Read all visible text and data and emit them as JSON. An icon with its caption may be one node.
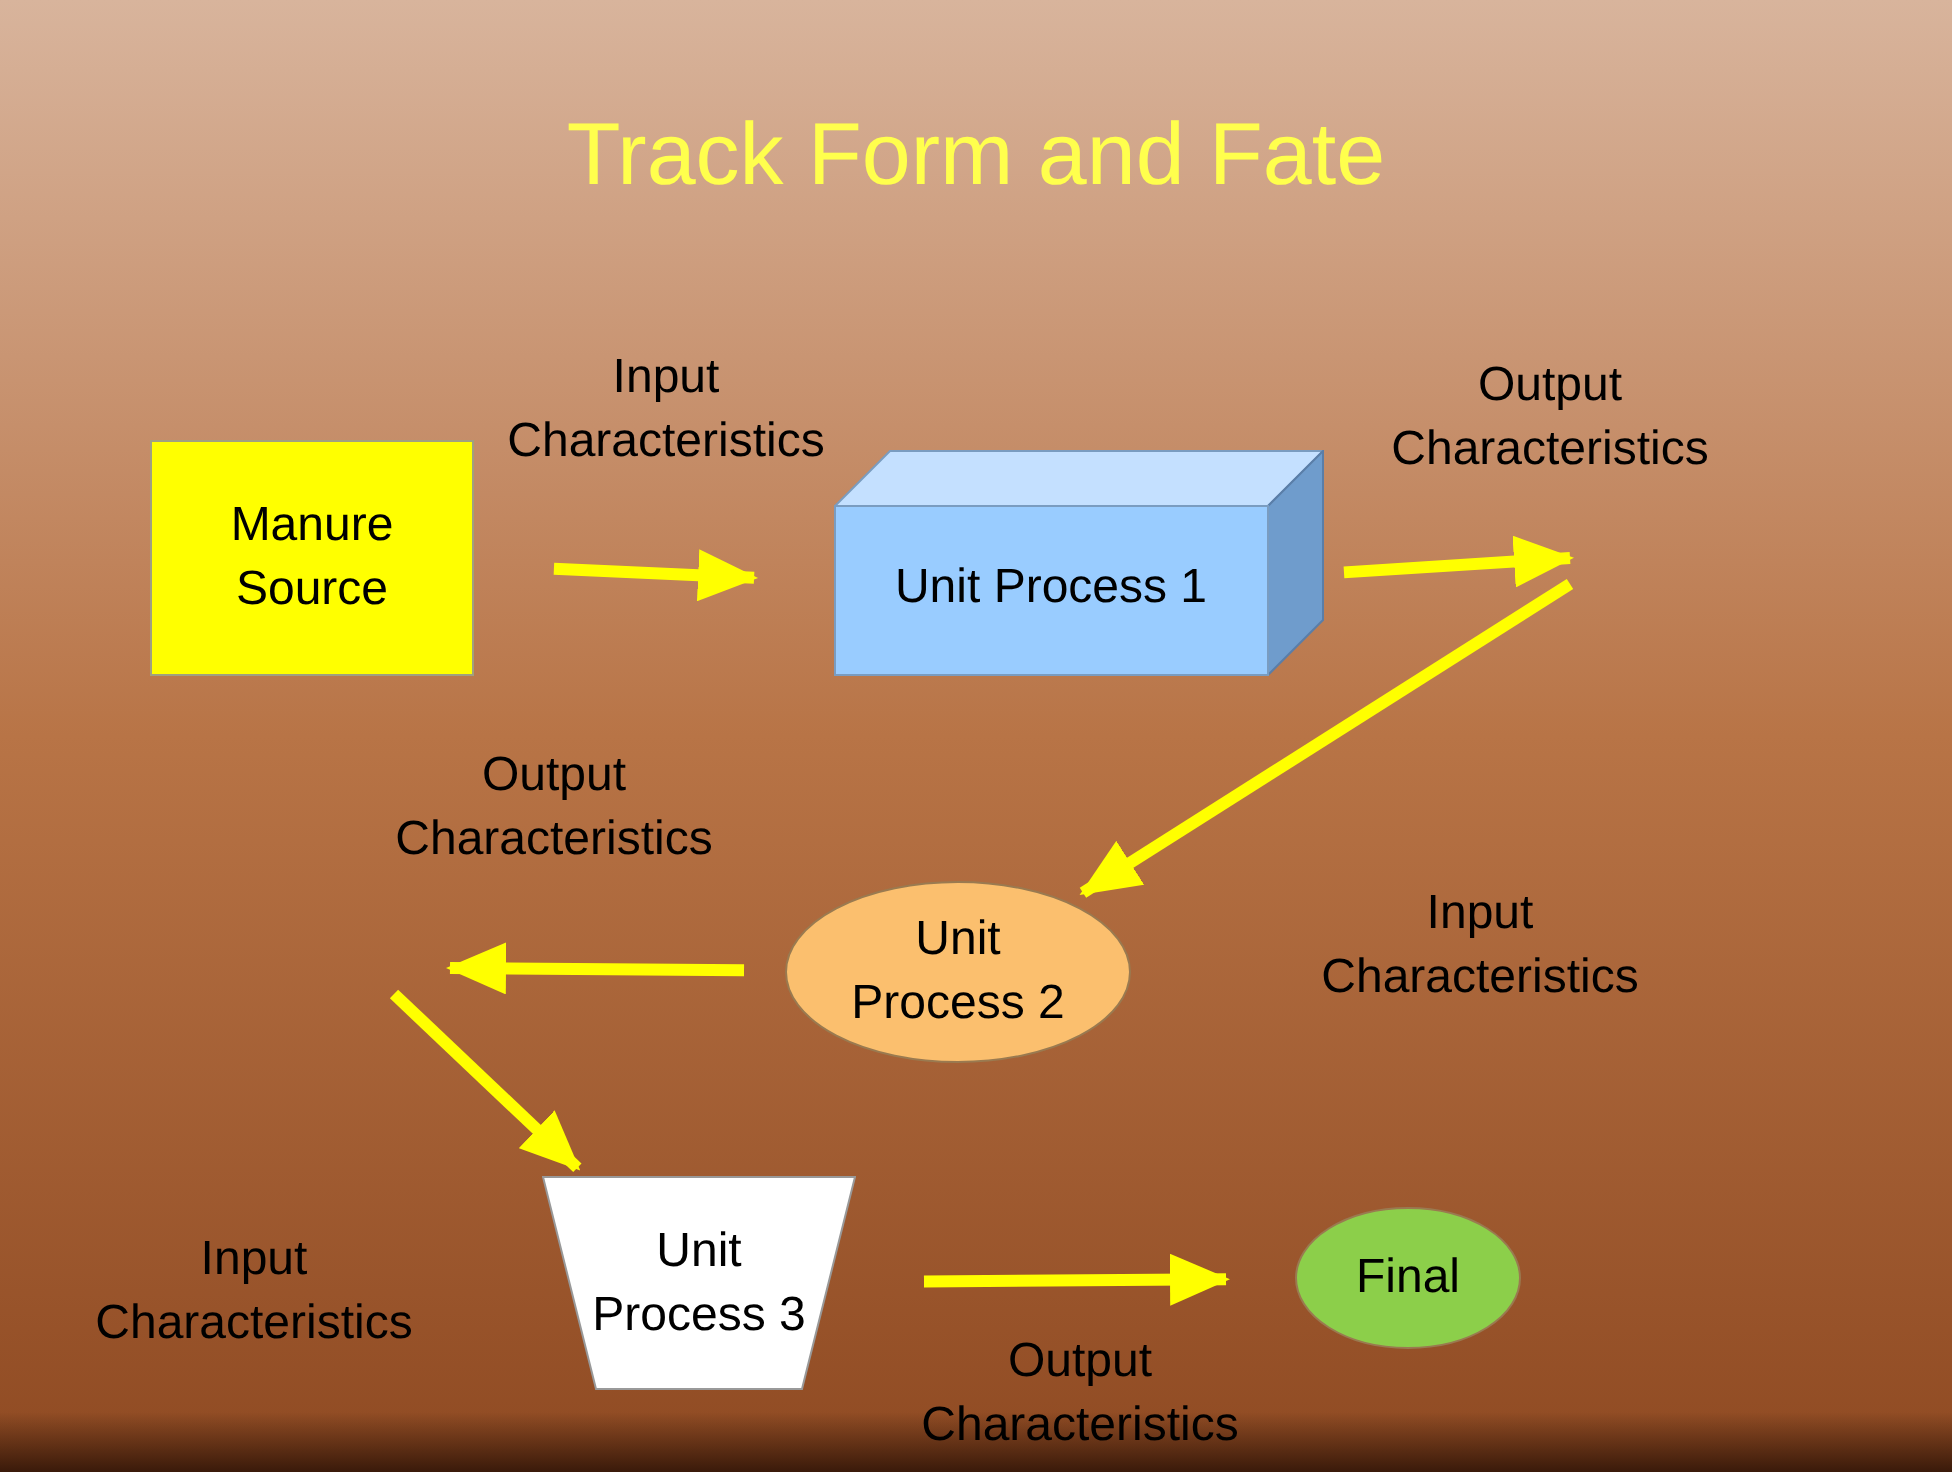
{
  "diagram": {
    "title": "Track Form and Fate",
    "nodes": [
      {
        "text": [
          "Manure Source"
        ]
      },
      {
        "text": [
          "Unit Process 1"
        ]
      },
      {
        "text": [
          "Unit Process 2"
        ]
      },
      {
        "text": [
          "Unit Process 3"
        ]
      },
      {
        "text": [
          "Final"
        ]
      }
    ],
    "edges": [
      {
        "from": 0,
        "to": 1,
        "arrow": "to",
        "label": "Input Characteristics"
      },
      {
        "from": 1,
        "to": null,
        "arrow": "to",
        "label": "Output Characteristics"
      },
      {
        "from": null,
        "to": 2,
        "arrow": "to",
        "label": "Input Characteristics"
      },
      {
        "from": 2,
        "to": null,
        "arrow": "to",
        "label": "Output Characteristics"
      },
      {
        "from": null,
        "to": 3,
        "arrow": "to",
        "label": "Input Characteristics"
      },
      {
        "from": 3,
        "to": 4,
        "arrow": "to",
        "label": "Output Characteristics"
      }
    ]
  }
}
